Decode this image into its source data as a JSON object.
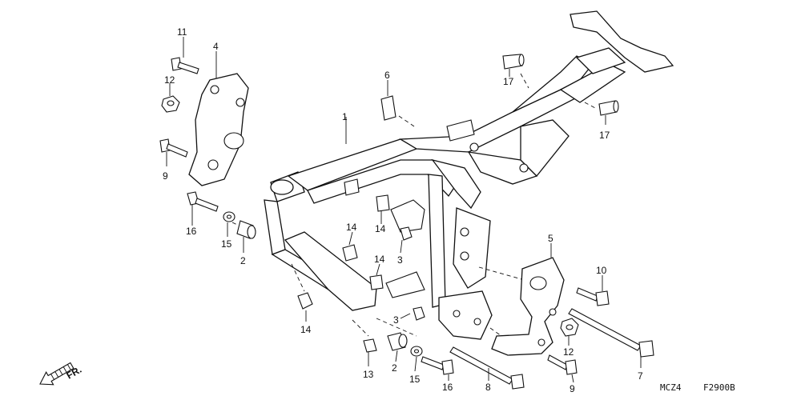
{
  "diagram": {
    "callouts": [
      "1",
      "2",
      "3",
      "4",
      "5",
      "6",
      "7",
      "8",
      "9",
      "10",
      "11",
      "12",
      "13",
      "14",
      "15",
      "16",
      "17"
    ],
    "figure_code": "MCZ4",
    "figure_number": "F2900B",
    "fr_label": "FR."
  }
}
